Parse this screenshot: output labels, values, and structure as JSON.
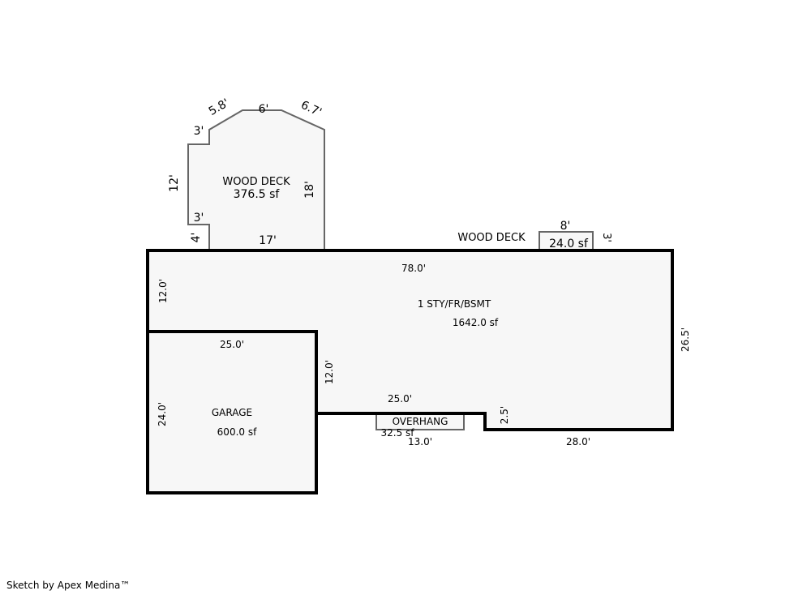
{
  "sketch": {
    "main": {
      "name": "1 STY/FR/BSMT",
      "area": "1642.0 sf"
    },
    "garage": {
      "name": "GARAGE",
      "area": "600.0 sf"
    },
    "deck_large": {
      "name": "WOOD DECK",
      "area": "376.5 sf"
    },
    "deck_small": {
      "name": "WOOD DECK",
      "area": "24.0 sf"
    },
    "overhang": {
      "name": "OVERHANG",
      "area": "32.5 sf"
    },
    "dims": {
      "main_top": "78.0'",
      "main_right": "26.5'",
      "main_left": "12.0'",
      "main_bottom_right": "28.0'",
      "main_step": "2.5'",
      "main_bottom_mid": "25.0'",
      "main_inner_vertical": "12.0'",
      "overhang_width": "13.0'",
      "garage_top": "25.0'",
      "garage_left": "24.0'",
      "deck_bottom": "17'",
      "deck_right": "18'",
      "deck_left": "12'",
      "deck_notch_top": "3'",
      "deck_notch_bottom": "3'",
      "deck_stub": "4'",
      "deck_diag_left": "5.8'",
      "deck_top": "6'",
      "deck_diag_right": "6.7'",
      "small_deck_width": "8'",
      "small_deck_depth": "3'"
    }
  },
  "footer": {
    "credit": "Sketch by Apex Medina™"
  }
}
